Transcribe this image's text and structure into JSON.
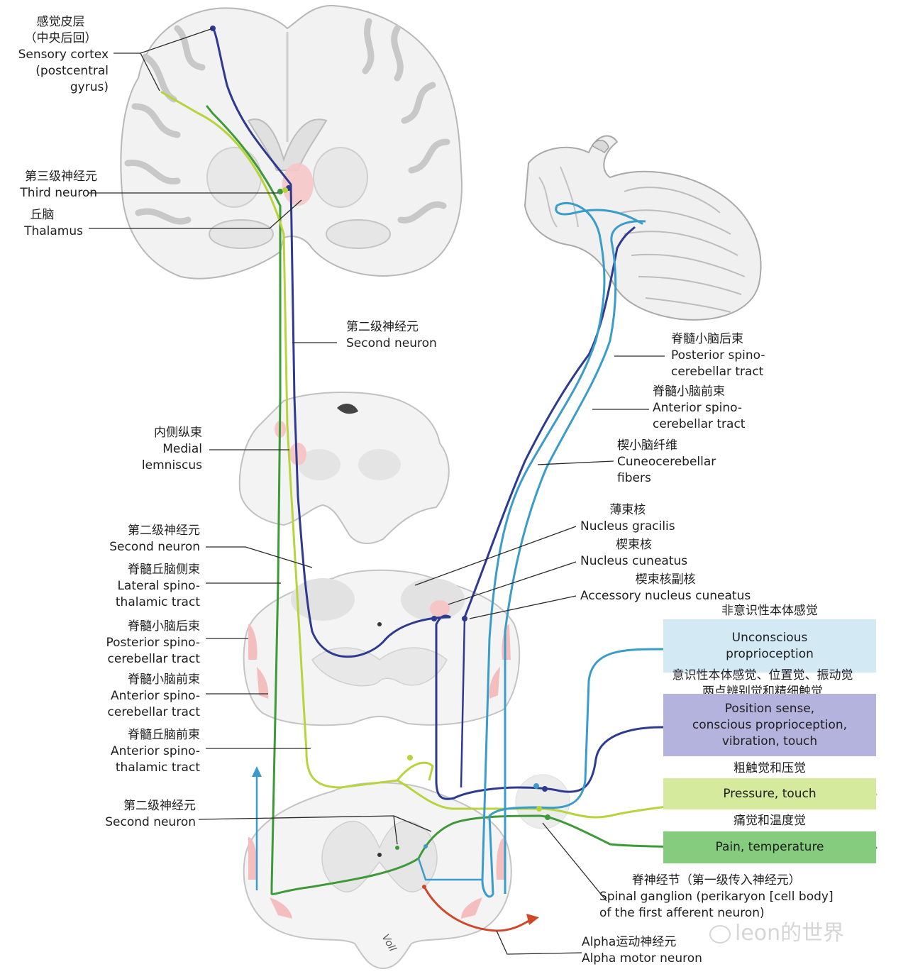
{
  "labels": {
    "sensory_cortex": [
      "感觉皮层",
      "（中央后回）",
      "Sensory cortex",
      "(postcentral",
      "gyrus)"
    ],
    "third_neuron": [
      "第三级神经元",
      "Third neuron"
    ],
    "thalamus": [
      "丘脑",
      "Thalamus"
    ],
    "second_neuron_top": [
      "第二级神经元",
      "Second neuron"
    ],
    "medial_lemniscus": [
      "内侧纵束",
      "Medial",
      "lemniscus"
    ],
    "second_neuron_mid": [
      "第二级神经元",
      "Second neuron"
    ],
    "lateral_spinothalamic": [
      "脊髓丘脑侧束",
      "Lateral spino-",
      "thalamic tract"
    ],
    "posterior_spinocerebellar_left": [
      "脊髓小脑后束",
      "Posterior spino-",
      "cerebellar tract"
    ],
    "anterior_spinocerebellar_left": [
      "脊髓小脑前束",
      "Anterior spino-",
      "cerebellar tract"
    ],
    "anterior_spinothalamic": [
      "脊髓丘脑前束",
      "Anterior spino-",
      "thalamic tract"
    ],
    "second_neuron_bottom": [
      "第二级神经元",
      "Second neuron"
    ],
    "posterior_spinocerebellar_right": [
      "脊髓小脑后束",
      "Posterior spino-",
      "cerebellar tract"
    ],
    "anterior_spinocerebellar_right": [
      "脊髓小脑前束",
      "Anterior spino-",
      "cerebellar tract"
    ],
    "cuneocerebellar": [
      "楔小脑纤维",
      "Cuneocerebellar",
      "fibers"
    ],
    "nucleus_gracilis": [
      "薄束核",
      "Nucleus gracilis"
    ],
    "nucleus_cuneatus": [
      "楔束核",
      "Nucleus cuneatus"
    ],
    "accessory_nucleus_cuneatus": [
      "楔束核副核",
      "Accessory nucleus cuneatus"
    ],
    "spinal_ganglion": [
      "脊神经节（第一级传入神经元）",
      "Spinal ganglion (perikaryon [cell body]",
      "of the first afferent neuron)"
    ],
    "alpha_motor": [
      "Alpha运动神经元",
      "Alpha motor neuron"
    ]
  },
  "modalities": [
    {
      "heading": "非意识性本体感觉",
      "lines": [
        "Unconscious",
        "proprioception"
      ],
      "color": "#d3e9f4"
    },
    {
      "heading_lines": [
        "意识性本体感觉、位置觉、振动觉",
        "两点辨别觉和精细触觉"
      ],
      "lines": [
        "Position sense,",
        "conscious proprioception,",
        "vibration, touch"
      ],
      "color": "#b4b3dd"
    },
    {
      "heading": "粗触觉和压觉",
      "lines": [
        "Pressure, touch"
      ],
      "color": "#d6ea9e"
    },
    {
      "heading": "痛觉和温度觉",
      "lines": [
        "Pain, temperature"
      ],
      "color": "#86cc7e"
    }
  ],
  "tract_colors": {
    "unconscious": "#3a9cc9",
    "conscious": "#2e3a8f",
    "pressure": "#b7d43c",
    "pain": "#3e9a38",
    "motor": "#d0482a"
  },
  "signature": "Voll",
  "watermark": "leon的世界"
}
